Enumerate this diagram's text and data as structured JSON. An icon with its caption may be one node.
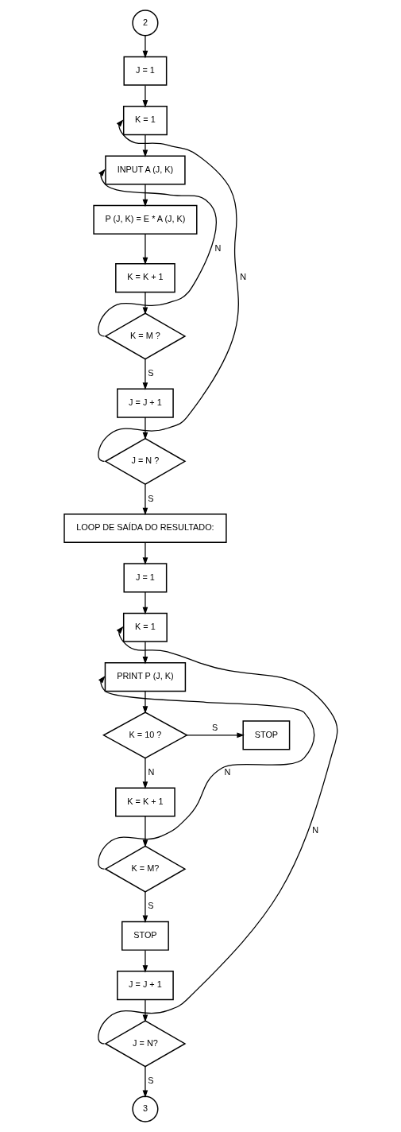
{
  "diagram": {
    "nodes": [
      {
        "text": [
          "2"
        ]
      },
      {
        "text": [
          "J = 1"
        ]
      },
      {
        "text": [
          "K = 1"
        ]
      },
      {
        "text": [
          "INPUT A (J, K)"
        ]
      },
      {
        "text": [
          "P (J, K) = E * A (J, K)"
        ]
      },
      {
        "text": [
          "K = K + 1"
        ]
      },
      {
        "text": [
          "K = M ?"
        ]
      },
      {
        "text": [
          "J = J + 1"
        ]
      },
      {
        "text": [
          "J = N ?"
        ]
      },
      {
        "text": [
          "LOOP DE SAÍDA DO RESULTADO:"
        ]
      },
      {
        "text": [
          "J = 1"
        ]
      },
      {
        "text": [
          "K = 1"
        ]
      },
      {
        "text": [
          "PRINT P (J, K)"
        ]
      },
      {
        "text": [
          "K = 10 ?"
        ]
      },
      {
        "text": [
          "STOP"
        ]
      },
      {
        "text": [
          "K = K + 1"
        ]
      },
      {
        "text": [
          "K = M?"
        ]
      },
      {
        "text": [
          "STOP"
        ]
      },
      {
        "text": [
          "J = J + 1"
        ]
      },
      {
        "text": [
          "J = N?"
        ]
      },
      {
        "text": [
          "3"
        ]
      }
    ],
    "edges": [
      {
        "from": 0,
        "to": 1,
        "arrow": "to"
      },
      {
        "from": 1,
        "to": 2,
        "arrow": "to"
      },
      {
        "from": 2,
        "to": 3,
        "arrow": "to"
      },
      {
        "from": 3,
        "to": 4,
        "arrow": "to"
      },
      {
        "from": 4,
        "to": 5,
        "arrow": "to"
      },
      {
        "from": 5,
        "to": 6,
        "arrow": "to"
      },
      {
        "from": 6,
        "to": 3,
        "label": "N",
        "arrow": "to"
      },
      {
        "from": 6,
        "to": 7,
        "label": "S",
        "arrow": "to"
      },
      {
        "from": 7,
        "to": 8,
        "arrow": "to"
      },
      {
        "from": 8,
        "to": 2,
        "label": "N",
        "arrow": "to"
      },
      {
        "from": 8,
        "to": 9,
        "label": "S",
        "arrow": "to"
      },
      {
        "from": 9,
        "to": 10,
        "arrow": "to"
      },
      {
        "from": 10,
        "to": 11,
        "arrow": "to"
      },
      {
        "from": 11,
        "to": 12,
        "arrow": "to"
      },
      {
        "from": 12,
        "to": 13,
        "arrow": "to"
      },
      {
        "from": 13,
        "to": 14,
        "label": "S",
        "arrow": "to"
      },
      {
        "from": 13,
        "to": 15,
        "label": "N",
        "arrow": "to"
      },
      {
        "from": 15,
        "to": 16,
        "arrow": "to"
      },
      {
        "from": 16,
        "to": 12,
        "label": "N",
        "arrow": "to"
      },
      {
        "from": 16,
        "to": 17,
        "label": "S",
        "arrow": "to"
      },
      {
        "from": 17,
        "to": 18,
        "arrow": "to"
      },
      {
        "from": 18,
        "to": 19,
        "arrow": "to"
      },
      {
        "from": 19,
        "to": 11,
        "label": "N",
        "arrow": "to"
      },
      {
        "from": 19,
        "to": 20,
        "label": "S",
        "arrow": "to"
      }
    ]
  }
}
